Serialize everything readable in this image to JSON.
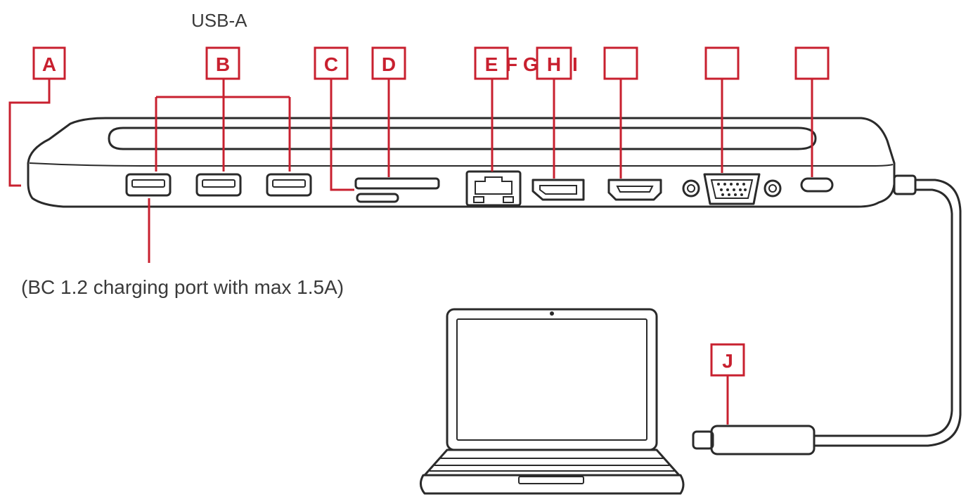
{
  "diagram": {
    "usb_a_caption": "USB-A",
    "charging_note": "(BC 1.2 charging port with max 1.5A)",
    "labels": {
      "a": "A",
      "b": "B",
      "c": "C",
      "d": "D",
      "e": "E",
      "efghi_suffix": "F G",
      "h": "H",
      "i": "I",
      "j": "J"
    },
    "accent_color": "#c8202f"
  }
}
